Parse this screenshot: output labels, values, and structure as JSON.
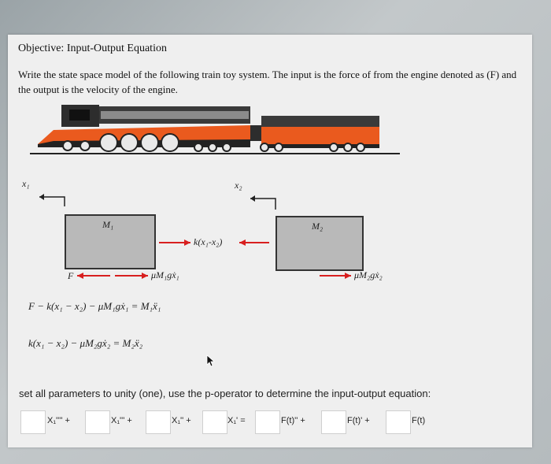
{
  "heading": {
    "label": "Objective:",
    "text": "Input-Output Equation"
  },
  "instruction": "Write the state space model of the following train toy system. The input is the force of from the engine denoted as (F) and the output is the velocity of the engine.",
  "diagram": {
    "x1": "x₁",
    "x2": "x₂",
    "m1": "M₁",
    "m2": "M₂",
    "spring": "k(x₁-x₂)",
    "force": "F",
    "friction1": "μM₁gẋ₁",
    "friction2": "μM₂gẋ₂"
  },
  "equations": [
    "F − k(x₁ − x₂) − μM₁gẋ₁ = M₁ẍ₁",
    "k(x₁ − x₂) − μM₂gẋ₂ = M₂ẍ₂"
  ],
  "question": "set all parameters to unity (one), use the p-operator to determine the input-output equation:",
  "answer_terms": [
    "X₁'''' +",
    "X₁''' +",
    "X₁'' +",
    "X₁' =",
    "F(t)'' +",
    "F(t)' +",
    "F(t)"
  ],
  "colors": {
    "train_orange": "#ea5a1e",
    "train_dark": "#3a3a3a",
    "box_fill": "#b9b9b9",
    "arrow_red": "#d81f1f"
  }
}
